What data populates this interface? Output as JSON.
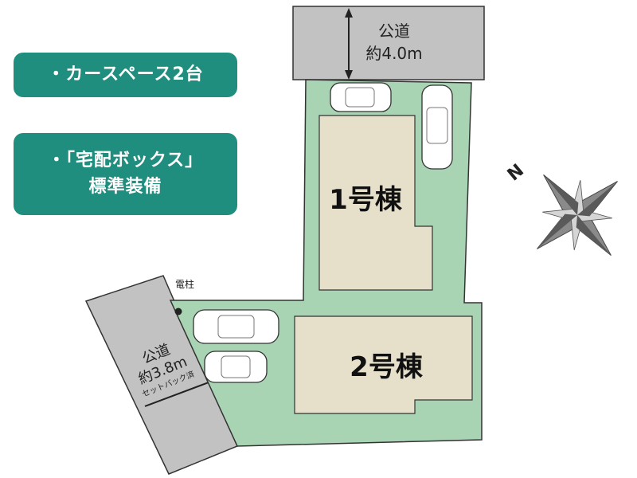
{
  "badges": {
    "car_space": "・カースペース2台",
    "delivery_line1": "・「宅配ボックス」",
    "delivery_line2": "標準装備"
  },
  "road_top": {
    "label": "公道",
    "width": "約4.0m"
  },
  "road_left": {
    "label": "公道",
    "width": "約3.8m",
    "note": "セットバック済"
  },
  "utility_pole": "電柱",
  "buildings": {
    "b1": "1号棟",
    "b2": "2号棟"
  },
  "compass": {
    "north": "N"
  },
  "colors": {
    "badge": "#1f8e7e",
    "lot": "#a9d4b4",
    "building": "#e6dfca",
    "road": "#c2c2c2"
  }
}
